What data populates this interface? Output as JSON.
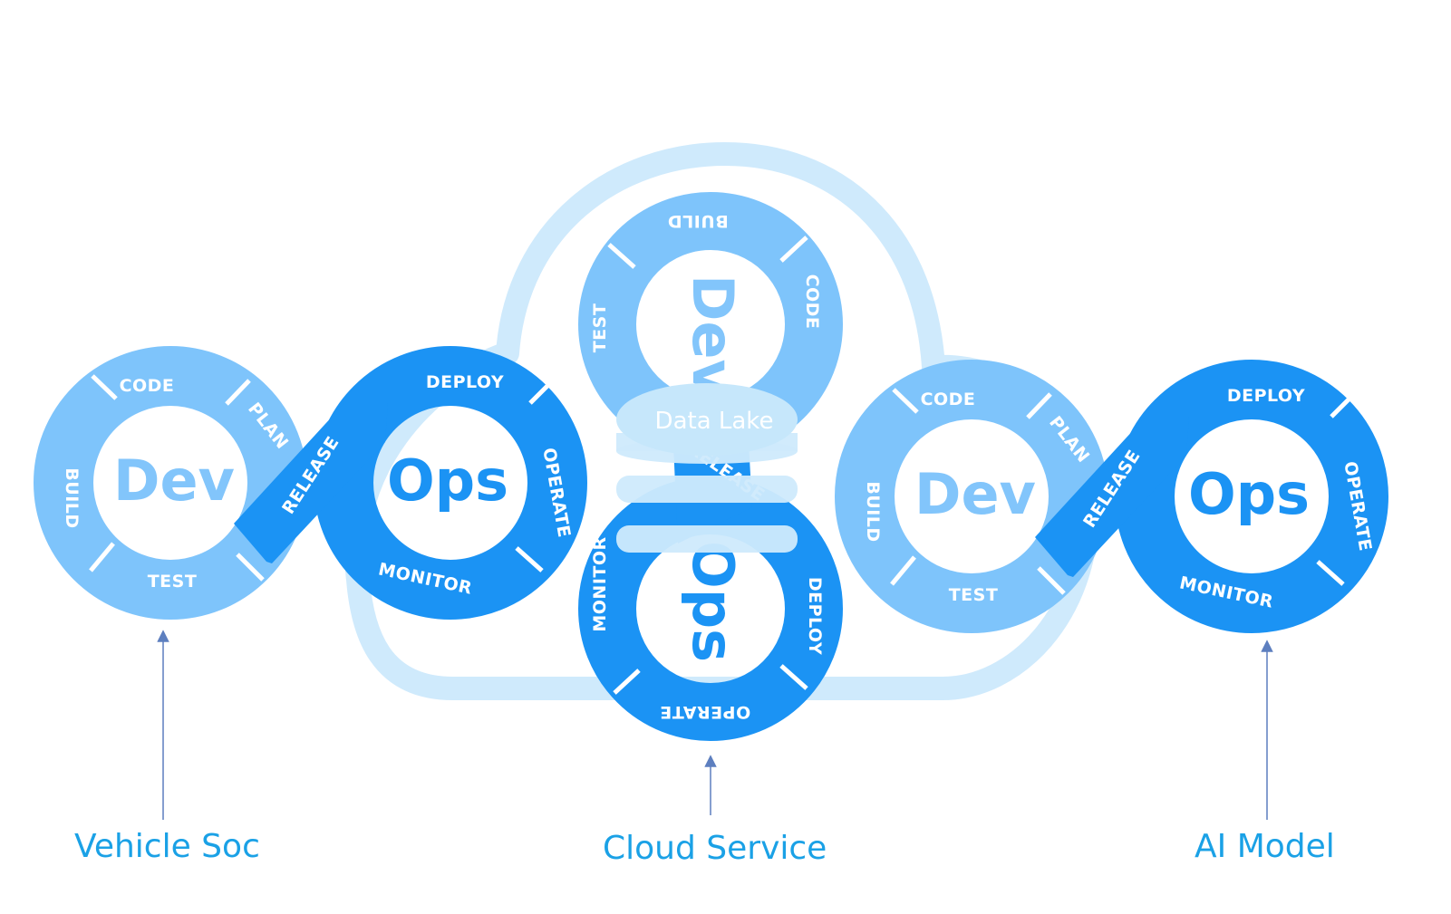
{
  "colors": {
    "dev_ring": "#7ec4fb",
    "ops_ring": "#1b93f4",
    "dev_text": "#82c5fb",
    "ops_text": "#1b93f4",
    "cloud": "#cfeafc",
    "caption": "#1aa1e6",
    "arrow": "#5d7fbf"
  },
  "left": {
    "dev": {
      "title": "Dev",
      "labels": [
        "CODE",
        "PLAN",
        "TEST",
        "BUILD"
      ]
    },
    "release": "RELEASE",
    "ops": {
      "title": "Ops",
      "labels": [
        "DEPLOY",
        "OPERATE",
        "MONITOR"
      ]
    }
  },
  "center": {
    "dev": {
      "title": "Dev",
      "labels": [
        "BUILD",
        "CODE",
        "TEST"
      ]
    },
    "release": "RELEASE",
    "data_lake": "Data Lake",
    "ops": {
      "title": "Ops",
      "labels": [
        "MONITOR",
        "DEPLOY",
        "OPERATE"
      ]
    }
  },
  "right": {
    "dev": {
      "title": "Dev",
      "labels": [
        "CODE",
        "PLAN",
        "TEST",
        "BUILD"
      ]
    },
    "release": "RELEASE",
    "ops": {
      "title": "Ops",
      "labels": [
        "DEPLOY",
        "OPERATE",
        "MONITOR"
      ]
    }
  },
  "captions": {
    "left": "Vehicle Soc",
    "center": "Cloud Service",
    "right": "AI Model"
  }
}
